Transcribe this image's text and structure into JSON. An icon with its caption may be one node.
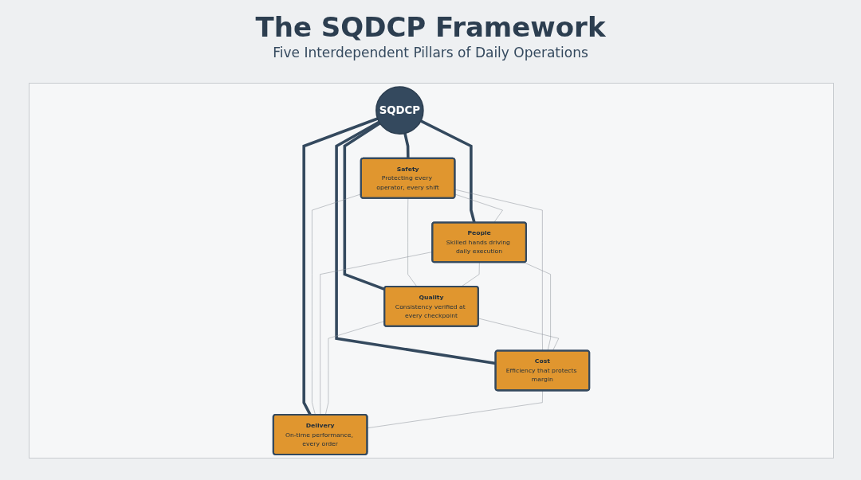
{
  "diagram": {
    "title": "The SQDCP Framework",
    "nodes": [
      {
        "text": [
          "SQDCP"
        ]
      },
      {
        "text": [
          "Safety",
          "Protecting every operator, every shift"
        ]
      },
      {
        "text": [
          "People",
          "Skilled hands driving daily execution"
        ]
      },
      {
        "text": [
          "Quality",
          "Consistency verified at every checkpoint"
        ]
      },
      {
        "text": [
          "Cost",
          "Efficiency that protects margin"
        ]
      },
      {
        "text": [
          "Delivery",
          "On-time performance, every order"
        ]
      }
    ],
    "edges": [
      {
        "from": 0,
        "to": 1,
        "arrow": "none",
        "style": "thick",
        "color": "#34495e"
      },
      {
        "from": 0,
        "to": 2,
        "arrow": "none",
        "style": "thick",
        "color": "#34495e"
      },
      {
        "from": 0,
        "to": 3,
        "arrow": "none",
        "style": "thick",
        "color": "#34495e"
      },
      {
        "from": 0,
        "to": 4,
        "arrow": "none",
        "style": "thick",
        "color": "#34495e"
      },
      {
        "from": 0,
        "to": 5,
        "arrow": "none",
        "style": "thick",
        "color": "#34495e"
      },
      {
        "from": 1,
        "to": 2,
        "arrow": "none"
      },
      {
        "from": 1,
        "to": 3,
        "arrow": "none"
      },
      {
        "from": 1,
        "to": 4,
        "arrow": "none"
      },
      {
        "from": 1,
        "to": 5,
        "arrow": "none"
      },
      {
        "from": 2,
        "to": 3,
        "arrow": "none"
      },
      {
        "from": 2,
        "to": 4,
        "arrow": "none"
      },
      {
        "from": 2,
        "to": 5,
        "arrow": "none"
      },
      {
        "from": 3,
        "to": 4,
        "arrow": "none"
      },
      {
        "from": 3,
        "to": 5,
        "arrow": "none"
      },
      {
        "from": 4,
        "to": 5,
        "arrow": "none"
      }
    ],
    "labels": [
      "Five Interdependent Pillars of Daily Operations"
    ]
  }
}
